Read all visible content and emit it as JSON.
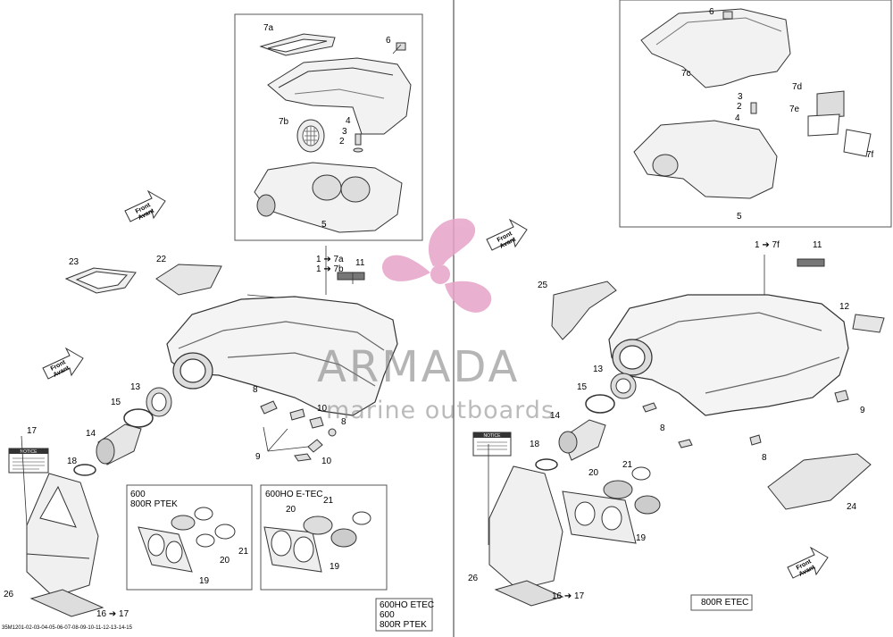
{
  "watermark": {
    "brand": "ARMADA",
    "tagline": "marine outboards",
    "logo_color": "#e6a3c8"
  },
  "reference_code": "35M1201-02-03-04-05-06-07-08-09-10-11-12-13-14-15",
  "front_arrow": {
    "line1": "Front",
    "line2": "Avant"
  },
  "notice_label": "NOTICE",
  "left_callouts": {
    "c7a": "7a",
    "c6": "6",
    "c7b": "7b",
    "c4": "4",
    "c3": "3",
    "c2": "2",
    "c5": "5",
    "c1_7a": "1 ➔ 7a",
    "c1_7b": "1 ➔ 7b",
    "c11": "11",
    "c23": "23",
    "c22": "22",
    "c13": "13",
    "c15": "15",
    "c14": "14",
    "c17": "17",
    "c18": "18",
    "c8a": "8",
    "c10a": "10",
    "c8b": "8",
    "c9": "9",
    "c10b": "10",
    "c26": "26",
    "c16_17": "16 ➔ 17",
    "c20a": "20",
    "c21a": "21",
    "c19a": "19",
    "c20b": "20",
    "c21b": "21",
    "c19b": "19"
  },
  "left_subbox_a": {
    "line1": "600",
    "line2": "800R PTEK"
  },
  "left_subbox_b": {
    "line1": "600HO E-TEC"
  },
  "left_model_box": {
    "line1": "600HO ETEC",
    "line2": "600",
    "line3": "800R PTEK"
  },
  "right_callouts": {
    "c6": "6",
    "c7c": "7c",
    "c7d": "7d",
    "c3": "3",
    "c2": "2",
    "c7e": "7e",
    "c4": "4",
    "c7f": "7f",
    "c5": "5",
    "c1_7f": "1 ➔ 7f",
    "c11": "11",
    "c25": "25",
    "c12": "12",
    "c13": "13",
    "c15": "15",
    "c14": "14",
    "c9": "9",
    "c8a": "8",
    "c8b": "8",
    "c18": "18",
    "c20": "20",
    "c21": "21",
    "c19": "19",
    "c24": "24",
    "c26": "26",
    "c16_17": "16 ➔ 17"
  },
  "right_model_box": {
    "line1": "800R ETEC"
  }
}
